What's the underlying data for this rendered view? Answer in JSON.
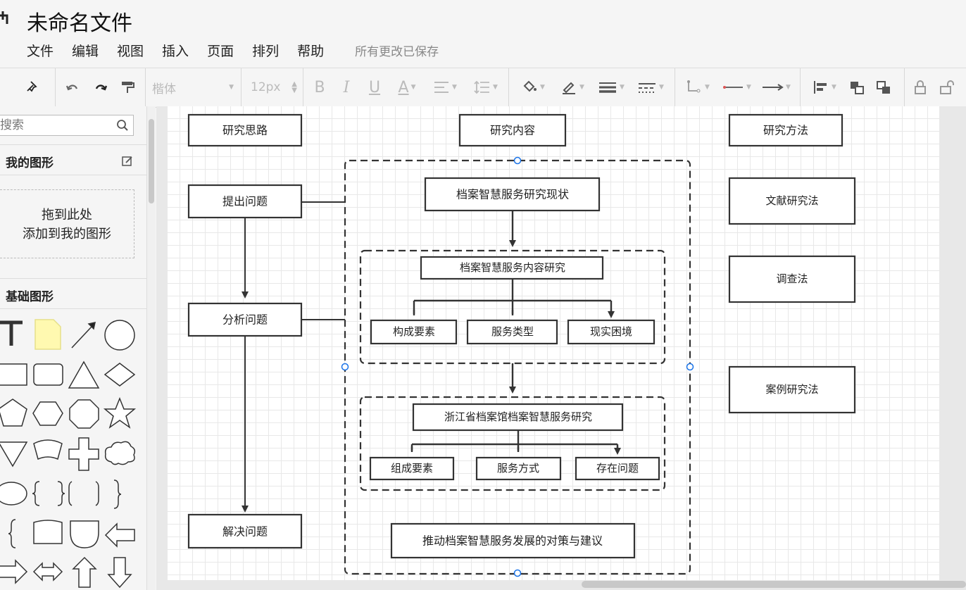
{
  "header": {
    "title": "未命名文件",
    "menus": [
      "文件",
      "编辑",
      "视图",
      "插入",
      "页面",
      "排列",
      "帮助"
    ],
    "save_status": "所有更改已保存"
  },
  "toolbar": {
    "font_family": "楷体",
    "font_size": "12px"
  },
  "sidebar": {
    "search_placeholder": "搜索",
    "my_shapes_title": "我的图形",
    "dropzone_line1": "拖到此处",
    "dropzone_line2": "添加到我的图形",
    "basic_shapes_title": "基础图形"
  },
  "diagram": {
    "headers": {
      "ideas": "研究思路",
      "content": "研究内容",
      "methods": "研究方法"
    },
    "steps": [
      "提出问题",
      "分析问题",
      "解决问题"
    ],
    "status_box": "档案智慧服务研究现状",
    "content_group": {
      "title": "档案智慧服务内容研究",
      "children": [
        "构成要素",
        "服务类型",
        "现实困境"
      ]
    },
    "zhejiang_group": {
      "title": "浙江省档案馆档案智慧服务研究",
      "children": [
        "组成要素",
        "服务方式",
        "存在问题"
      ]
    },
    "suggestion_box": "推动档案智慧服务发展的对策与建议",
    "methods": [
      "文献研究法",
      "调查法",
      "案例研究法"
    ]
  },
  "colors": {
    "accent": "#1a73e8",
    "stroke": "#333333"
  }
}
